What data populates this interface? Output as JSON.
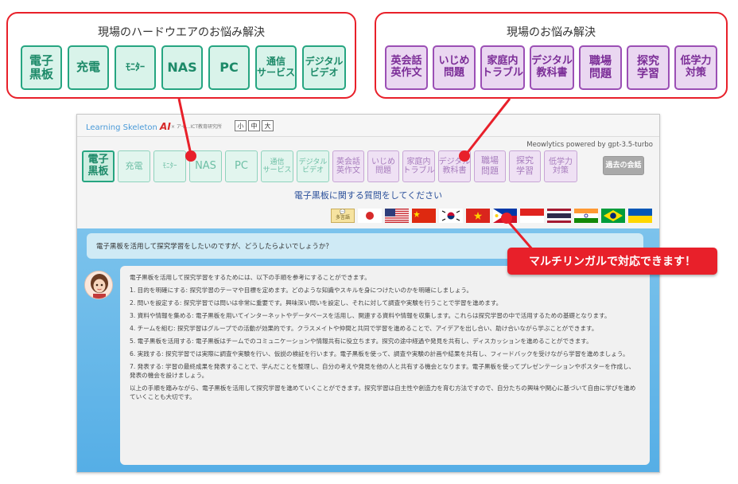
{
  "callouts": {
    "hardware": {
      "title": "現場のハードウエアのお悩み解決",
      "buttons": [
        "電子\n黒板",
        "充電",
        "ﾓﾆﾀｰ",
        "NAS",
        "PC",
        "通信\nサービス",
        "デジタル\nビデオ"
      ]
    },
    "field": {
      "title": "現場のお悩み解決",
      "buttons": [
        "英会話\n英作文",
        "いじめ\n問題",
        "家庭内\nトラブル",
        "デジタル\n教科書",
        "職場\n問題",
        "探究\n学習",
        "低学力\n対策"
      ]
    }
  },
  "app": {
    "brand": "Learning Skeleton",
    "brand_ai": "AI",
    "brand_sub": "× アイ...ICT教育研究所",
    "size_buttons": [
      "小",
      "中",
      "大"
    ],
    "powered_by": "Meowlytics powered by gpt-3.5-turbo",
    "hardware_buttons": [
      "電子\n黒板",
      "充電",
      "ﾓﾆﾀｰ",
      "NAS",
      "PC",
      "通信\nサービス",
      "デジタル\nビデオ"
    ],
    "field_buttons": [
      "英会話\n英作文",
      "いじめ\n問題",
      "家庭内\nトラブル",
      "デジタル\n教科書",
      "職場\n問題",
      "探究\n学習",
      "低学力\n対策"
    ],
    "history_button": "過去の会話",
    "prompt": "電子黒板に関する質問をしてください",
    "multilang_label": "多言語",
    "flags": [
      "japan-flag",
      "usa-flag",
      "china-flag",
      "korea-flag",
      "vietnam-flag",
      "philippines-flag",
      "indonesia-flag",
      "thailand-flag",
      "india-flag",
      "brazil-flag",
      "ukraine-flag"
    ],
    "question": "電子黒板を活用して探究学習をしたいのですが、どうしたらよいでしょうか？",
    "answer": [
      "電子黒板を活用して探究学習をするためには、以下の手順を参考にすることができます。",
      "1. 目的を明確にする: 探究学習のテーマや目標を定めます。どのような知識やスキルを身につけたいのかを明確にしましょう。",
      "2. 問いを設定する: 探究学習では問いは非常に重要です。興味深い問いを設定し、それに対して調査や実験を行うことで学習を進めます。",
      "3. 資料や情報を集める: 電子黒板を用いてインターネットやデータベースを活用し、関連する資料や情報を収集します。これらは探究学習の中で活用するための基礎となります。",
      "4. チームを組む: 探究学習はグループでの活動が効果的です。クラスメイトや仲間と共同で学習を進めることで、アイデアを出し合い、助け合いながら学ぶことができます。",
      "5. 電子黒板を活用する: 電子黒板はチームでのコミュニケーションや情報共有に役立ちます。探究の途中経過や発見を共有し、ディスカッションを進めることができます。",
      "6. 実践する: 探究学習では実際に調査や実験を行い、仮説の検証を行います。電子黒板を使って、調査や実験の計画や結果を共有し、フィードバックを受けながら学習を進めましょう。",
      "7. 発表する: 学習の最終成果を発表することで、学んだことを整理し、自分の考えや発見を他の人と共有する機会となります。電子黒板を使ってプレゼンテーションやポスターを作成し、発表の機会を設けましょう。",
      "以上の手順を踏みながら、電子黒板を活用して探究学習を進めていくことができます。探究学習は自主性や創造力を育む方法ですので、自分たちの興味や関心に基づいて自由に学びを進めていくことも大切です。"
    ]
  },
  "badge": "マルチリンガルで対応できます！",
  "colors": {
    "accent_red": "#e8202a",
    "green": "#26a581",
    "purple": "#9b4fb5"
  }
}
